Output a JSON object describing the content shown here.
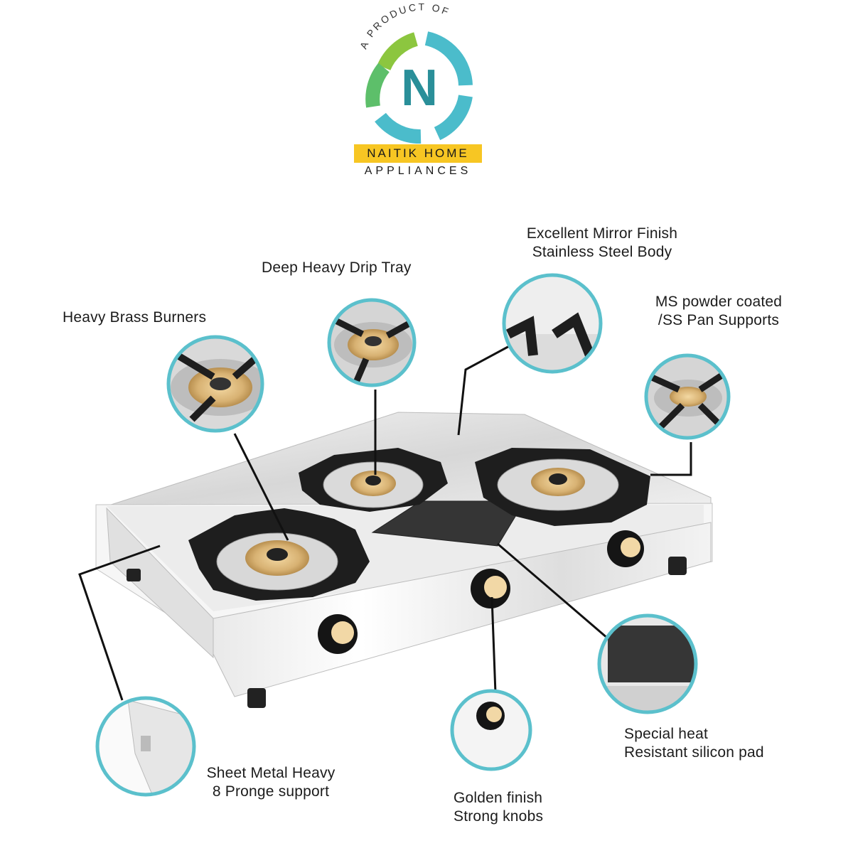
{
  "brand": {
    "arc_text": "A PRODUCT OF",
    "logo_letter": "N",
    "name_line1": "NAITIK HOME",
    "name_line2": "APPLIANCES",
    "colors": {
      "teal": "#4bbccb",
      "green": "#8cc63f",
      "yellow": "#f7c623",
      "dark_teal": "#1f7f8c"
    }
  },
  "features": {
    "brass_burners": "Heavy Brass Burners",
    "drip_tray": "Deep Heavy Drip Tray",
    "mirror_finish": {
      "line1": "Excellent Mirror Finish",
      "line2": "Stainless Steel Body"
    },
    "pan_supports": {
      "line1": "MS powder coated",
      "line2": "/SS Pan Supports"
    },
    "sheet_metal": {
      "line1": "Sheet Metal Heavy",
      "line2": "8 Pronge support"
    },
    "knobs": {
      "line1": "Golden finish",
      "line2": "Strong knobs"
    },
    "silicon_pad": {
      "line1": "Special heat",
      "line2": "Resistant silicon pad"
    }
  },
  "accent_color": "#5bc0cc"
}
